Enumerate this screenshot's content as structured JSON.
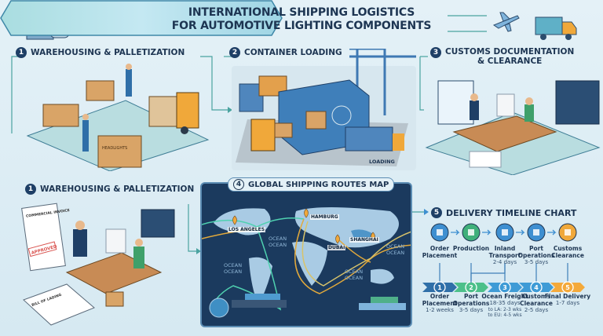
{
  "title": {
    "line1": "INTERNATIONAL SHIPPING LOGISTICS",
    "line2": "FOR AUTOMOTIVE LIGHTING COMPONENTS"
  },
  "sections": [
    {
      "number": "1",
      "label": "WAREHOUSING & PALLETIZATION",
      "box_label": "HEADLIGHTS"
    },
    {
      "number": "2",
      "label": "CONTAINER LOADING",
      "sign": "LOADING"
    },
    {
      "number": "3",
      "label_line1": "CUSTOMS DOCUMENTATION",
      "label_line2": "& CLEARANCE"
    },
    {
      "number": "1",
      "label": "WAREHOUSING & PALLETIZATION",
      "doc1": "COMMERCIAL INVOICE",
      "stamp": "APPROVED",
      "doc2": "BILL OF LADING"
    },
    {
      "number": "4",
      "label": "GLOBAL SHIPPING ROUTES MAP"
    },
    {
      "number": "5",
      "label": "DELIVERY TIMELINE CHART"
    }
  ],
  "map": {
    "cities": [
      "LOS ANGELES",
      "HAMBURG",
      "DUBAI",
      "SHANGHAI"
    ],
    "ocean_label": "OCEAN",
    "colors": {
      "background": "#1b3a5e",
      "land": "#a9cbe4",
      "route_green": "#4fd1b0",
      "route_orange": "#e2a93b"
    }
  },
  "timeline": {
    "steps_top": [
      {
        "title": "Order Placement",
        "detail": "",
        "icon": "clipboard-icon",
        "color": "#3e8fd1"
      },
      {
        "title": "Production",
        "detail": "",
        "icon": "factory-icon",
        "color": "#3fb07a"
      },
      {
        "title": "Inland Transport",
        "detail": "2-4 days",
        "icon": "truck-icon",
        "color": "#3e8fd1"
      },
      {
        "title": "Port Operations",
        "detail": "3-5 days",
        "icon": "ship-icon",
        "color": "#3e8fd1"
      },
      {
        "title": "Customs Clearance",
        "detail": "",
        "icon": "package-check-icon",
        "color": "#f0a83a"
      }
    ],
    "steps_bottom": [
      {
        "n": "1",
        "title": "Order Placement",
        "detail": "1-2 weeks",
        "color": "#2f6fa8"
      },
      {
        "n": "2",
        "title": "Port Operations",
        "detail": "3-5 days",
        "color": "#4cc08a"
      },
      {
        "n": "3",
        "title": "Ocean Freight",
        "detail": "18-35 days",
        "extra1": "to LA: 2-3 wks",
        "extra2": "to EU: 4-5 wks",
        "color": "#3e9bd6"
      },
      {
        "n": "4",
        "title": "Customs Clearance",
        "detail": "2-5 days",
        "color": "#3e9bd6"
      },
      {
        "n": "5",
        "title": "Final Delivery",
        "detail": "1-7 days",
        "color": "#f4a93a"
      }
    ]
  }
}
